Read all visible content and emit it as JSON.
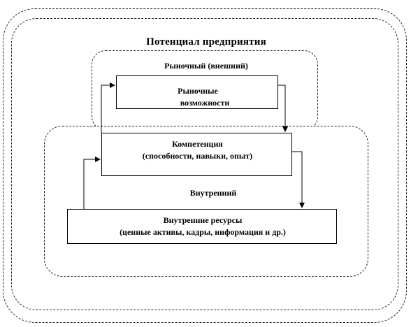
{
  "diagram": {
    "title": "Потенциал предприятия",
    "market_zone_label": "Рыночный (внешний)",
    "internal_zone_label": "Внутренний",
    "market_box": {
      "line1": "Рыночные",
      "line2": "возможности"
    },
    "competence_box": {
      "line1": "Компетенция",
      "line2": "(способности, навыки, опыт)"
    },
    "resources_box": {
      "line1": "Внутренние ресурсы",
      "line2": "(ценные активы, кадры, информация и др.)"
    }
  }
}
